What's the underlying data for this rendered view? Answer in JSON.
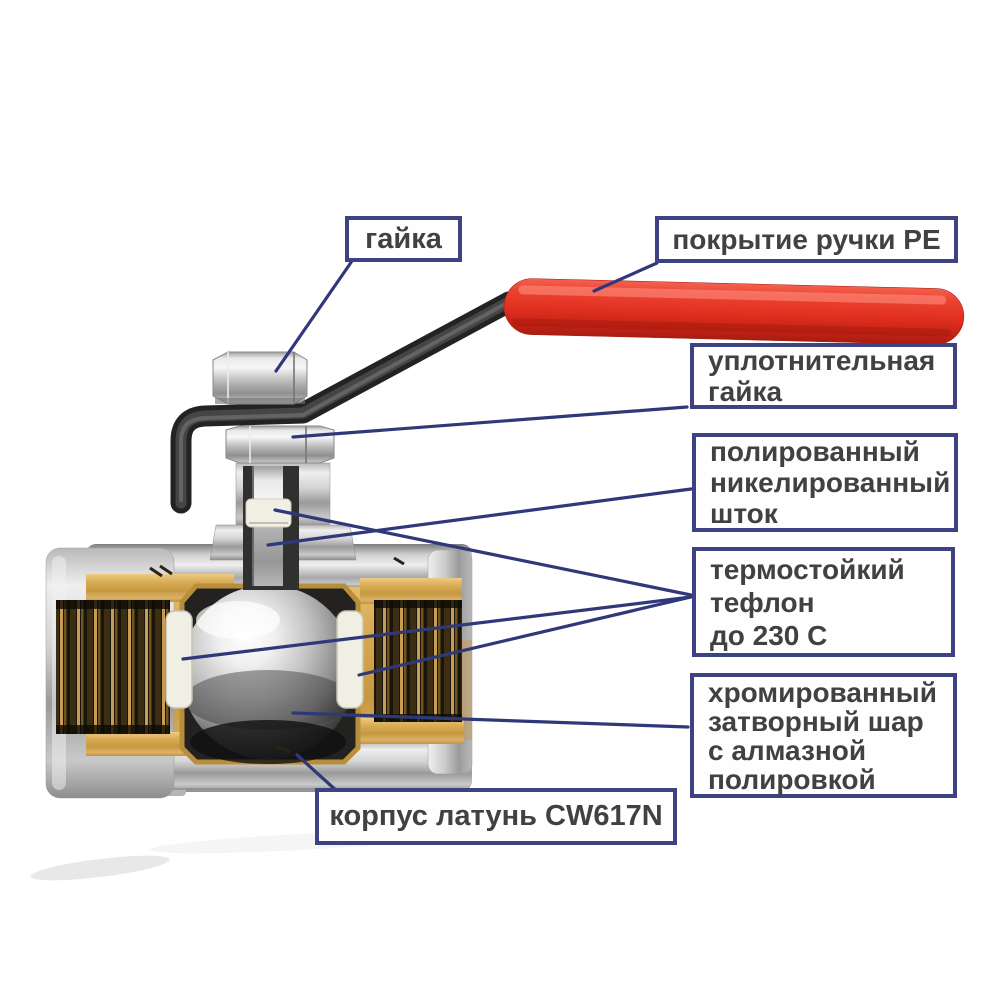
{
  "diagram": {
    "labels": {
      "nut": "гайка",
      "handle_coating": "покрытие ручки PE",
      "packing_nut": "уплотнительная\nгайка",
      "stem": "полированный\nникелированный\nшток",
      "teflon": "термостойкий\nтефлон\nдо 230 C",
      "ball": "хромированный\nзатворный шар\nс алмазной\nполировкой",
      "body": "корпус латунь CW617N"
    },
    "colors": {
      "callout_border": "#3d4285",
      "callout_line": "#2f3979",
      "label_text": "#414141",
      "handle_grip_red": "#e63928",
      "handle_bar_black": "#2b2b2b",
      "brass_body": "#d2a24c",
      "chrome": "#c9c9c9",
      "ptfe_white": "#f1efe4"
    }
  }
}
